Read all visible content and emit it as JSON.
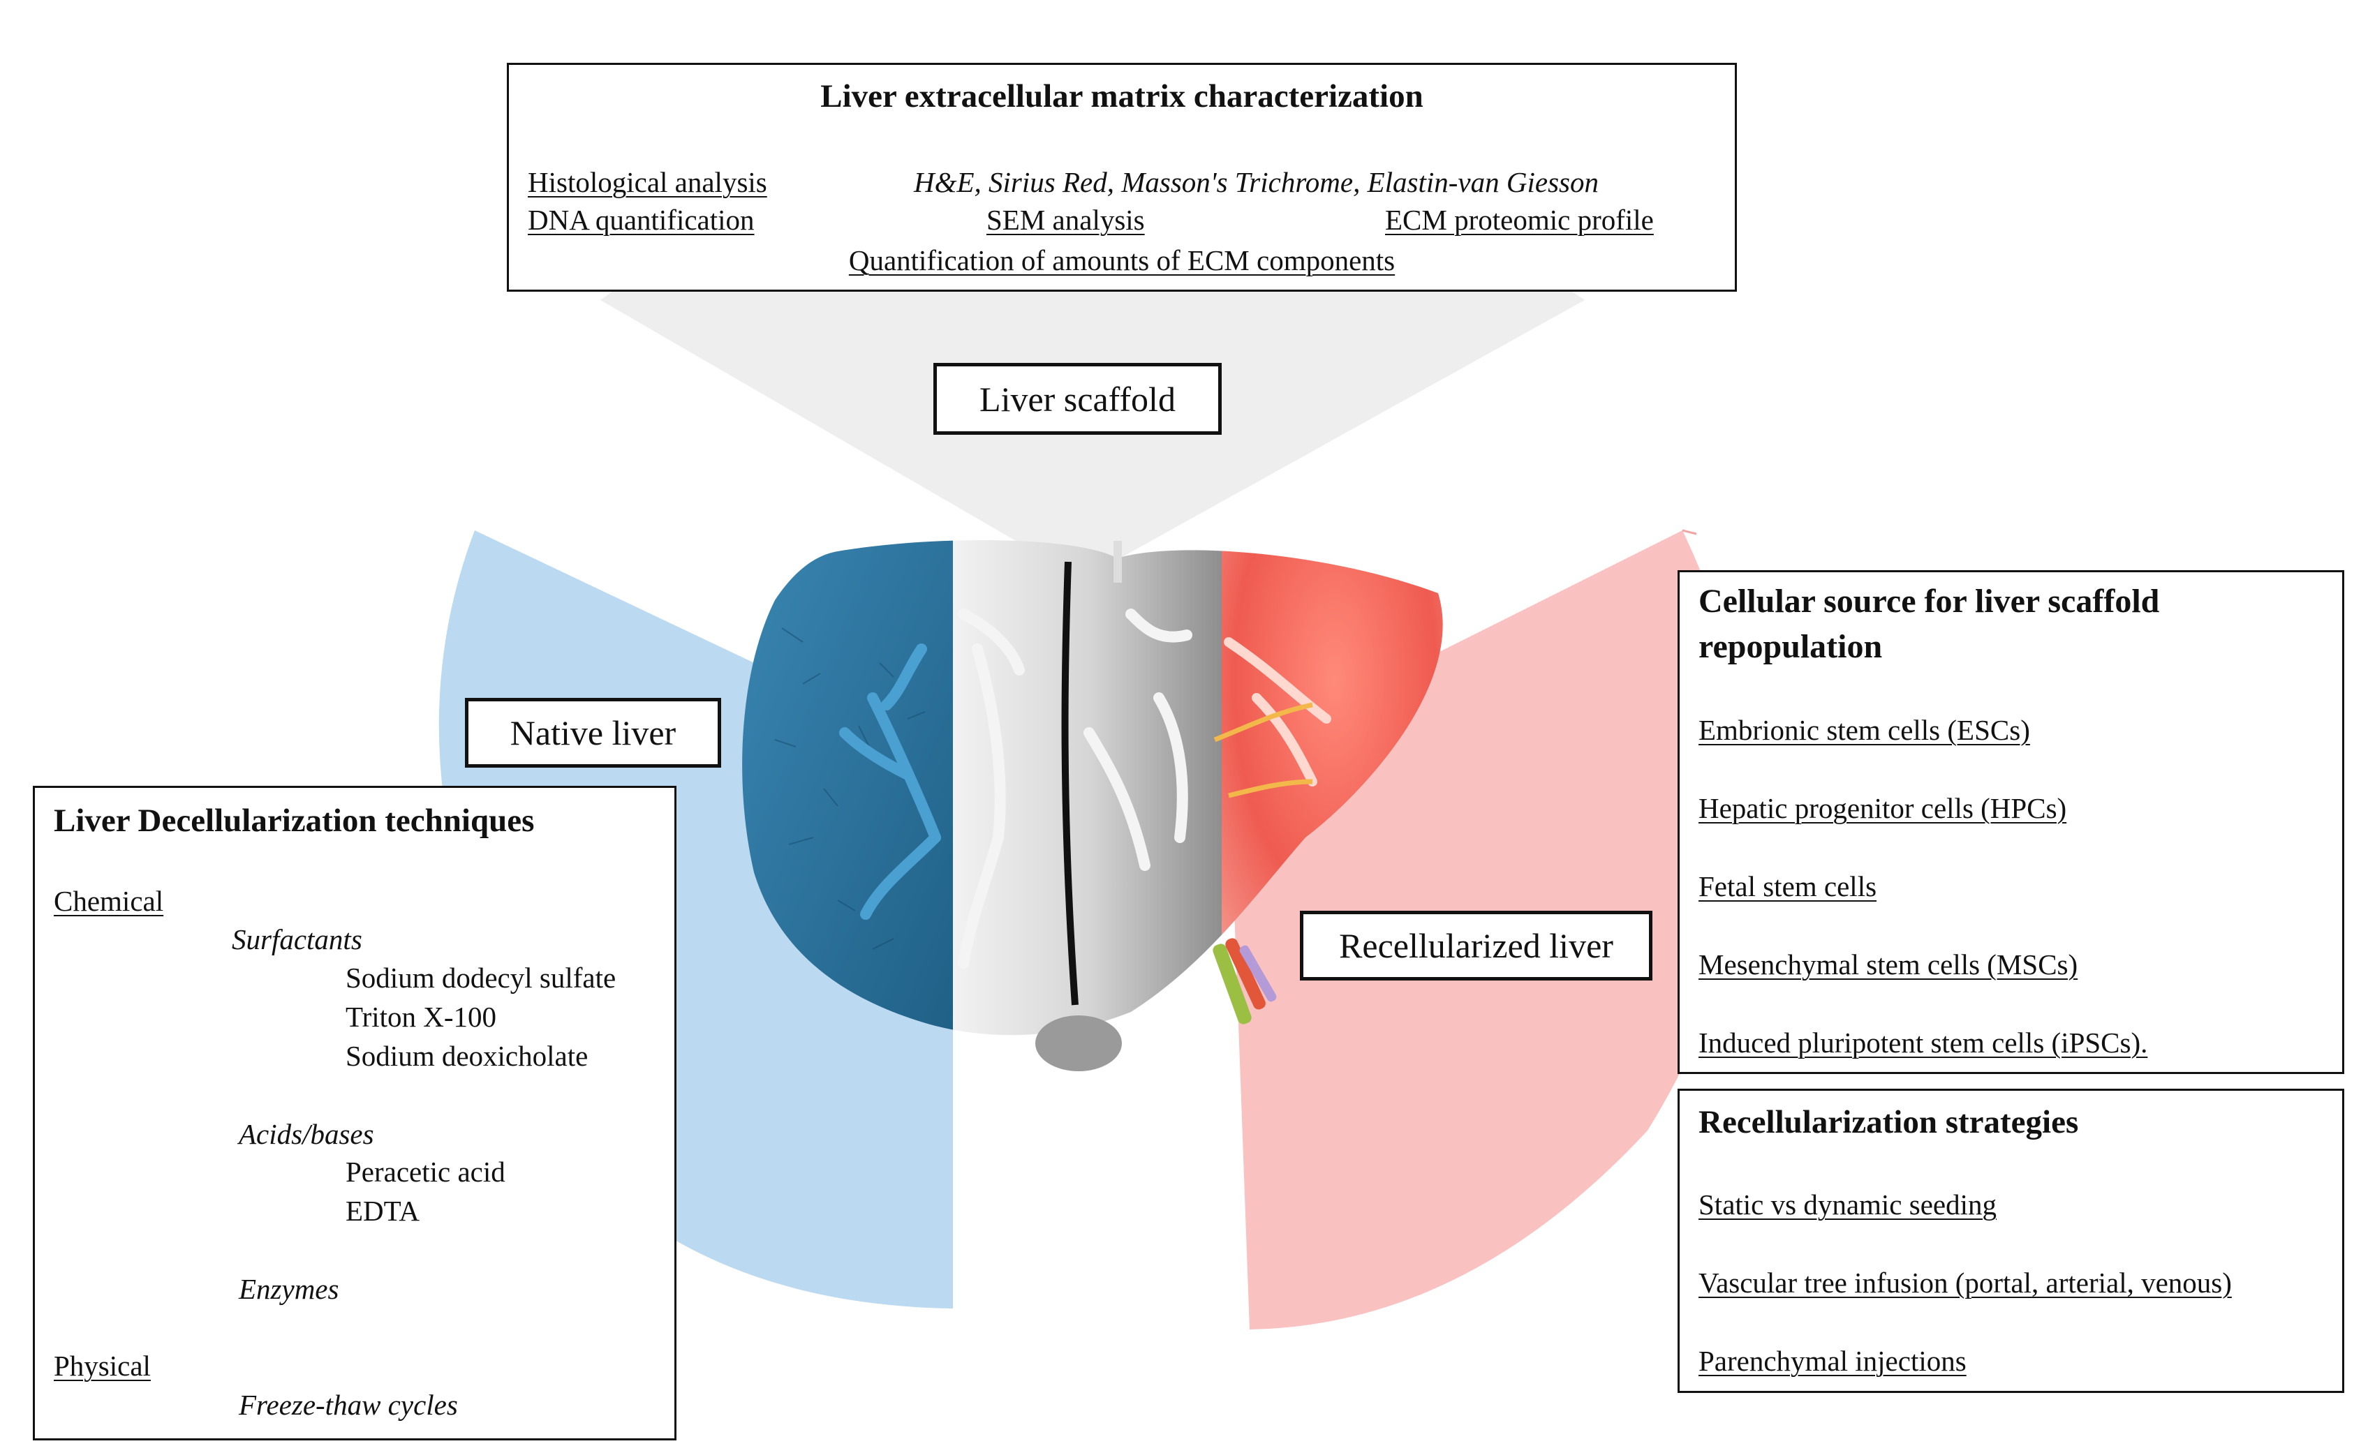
{
  "ecm_box": {
    "title": "Liver extracellular matrix characterization",
    "histological": "Histological analysis",
    "stains": "H&E, Sirius Red, Masson's Trichrome, Elastin-van Giesson",
    "dna": "DNA quantification",
    "sem": "SEM analysis",
    "proteomic": "ECM proteomic profile",
    "quantification": "Quantification of amounts of ECM components"
  },
  "labels": {
    "scaffold": "Liver scaffold",
    "native": "Native liver",
    "recellularized": "Recellularized liver"
  },
  "decell_box": {
    "title": "Liver Decellularization techniques",
    "chemical": "Chemical",
    "surfactants": "Surfactants",
    "sds": "Sodium dodecyl sulfate",
    "triton": "Triton X-100",
    "deoxicholate": "Sodium deoxicholate",
    "acids": "Acids/bases",
    "peracetic": "Peracetic acid",
    "edta": "EDTA",
    "enzymes": "Enzymes",
    "physical": "Physical",
    "freeze": "Freeze-thaw cycles"
  },
  "cell_box": {
    "title_line1": "Cellular source for liver scaffold",
    "title_line2": "repopulation",
    "items": [
      "Embrionic stem cells (ESCs)",
      "Hepatic progenitor cells (HPCs)",
      "Fetal stem cells",
      "Mesenchymal stem cells (MSCs)",
      "Induced pluripotent stem cells (iPSCs)."
    ]
  },
  "strategy_box": {
    "title": "Recellularization strategies",
    "items": [
      "Static vs dynamic seeding",
      "Vascular tree infusion (portal, arterial, venous)",
      "Parenchymal injections"
    ]
  },
  "colors": {
    "native_sector": "#b7d7ef",
    "scaffold_sector": "#eeeeee",
    "recell_sector": "#f9c2c1",
    "native_liver": "#2f7aa3",
    "recell_liver": "#e8584f"
  }
}
